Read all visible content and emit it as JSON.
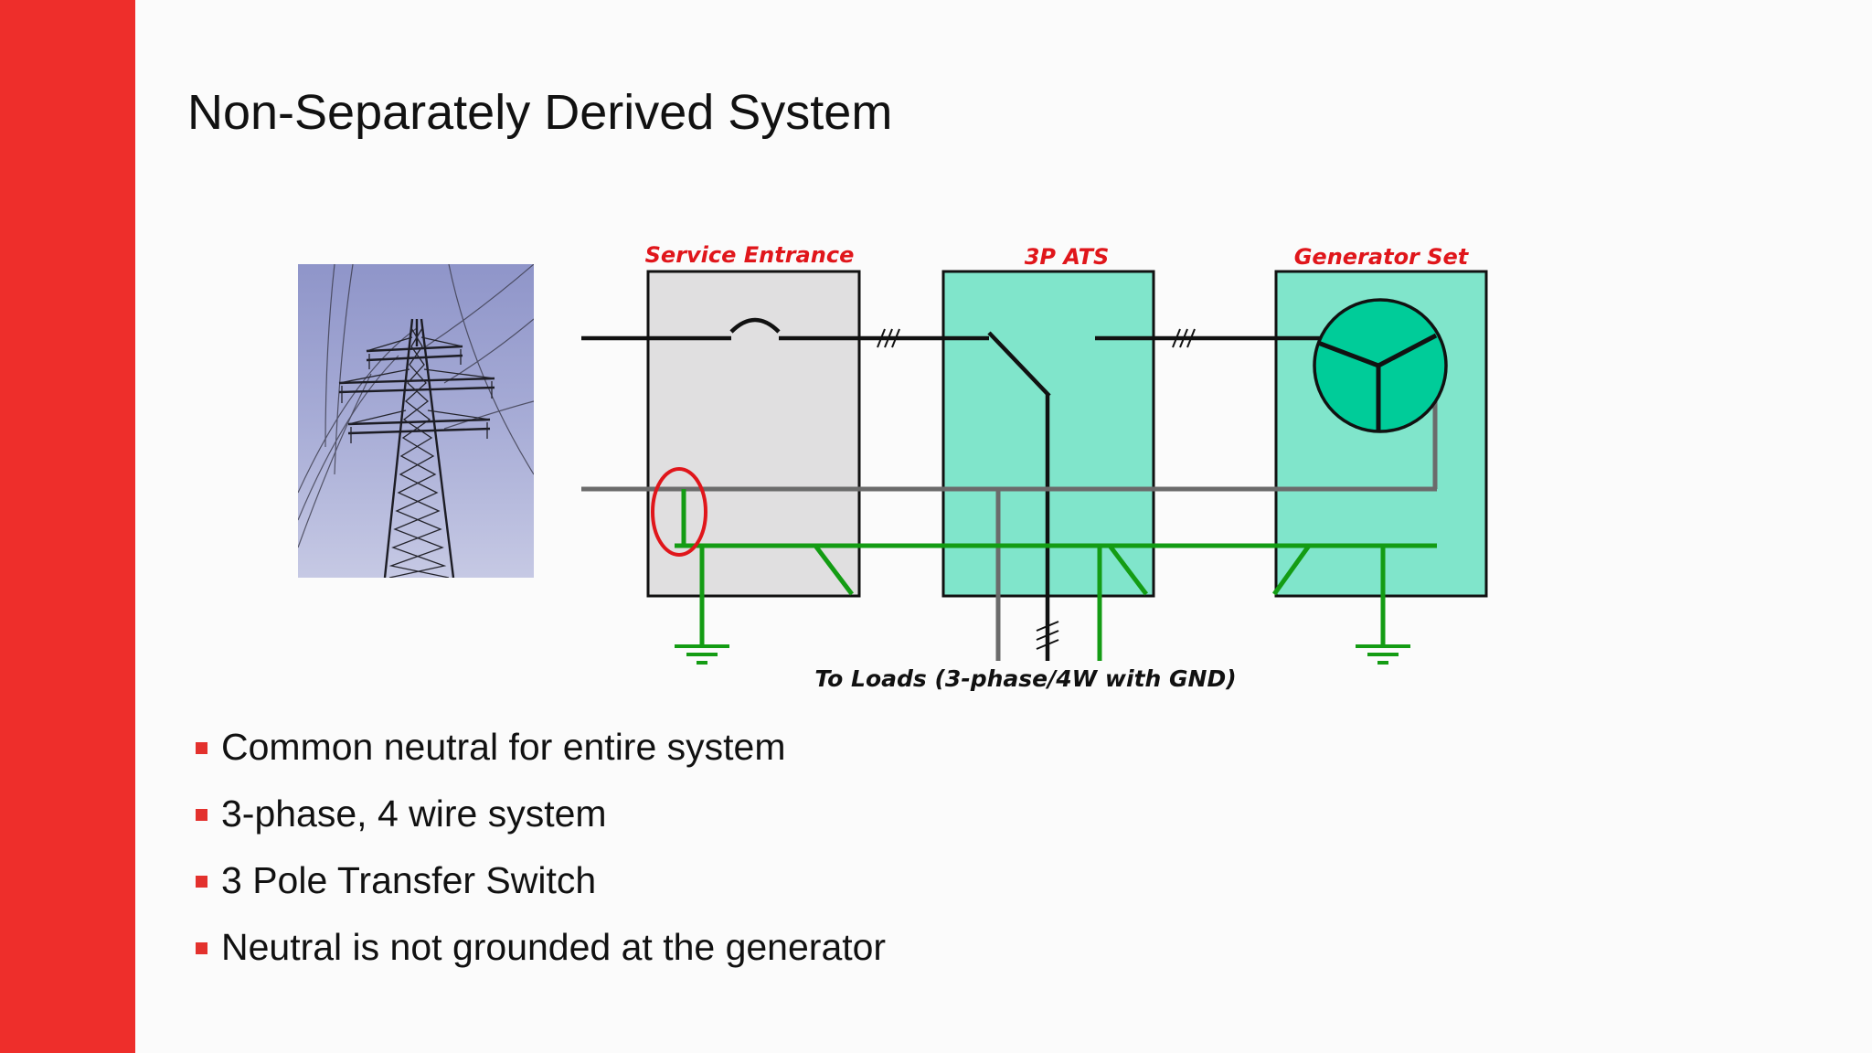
{
  "slide": {
    "title": "Non-Separately Derived System",
    "accent_color": "#ee2e2b"
  },
  "diagram": {
    "labels": {
      "service_entrance": "Service Entrance",
      "ats": "3P ATS",
      "generator": "Generator Set",
      "loads": "To Loads (3-phase/4W with GND)"
    },
    "colors": {
      "service_panel": "#e0dfe0",
      "ats_panel": "#80e5cb",
      "generator_panel": "#80e5cb",
      "generator_body": "#00cc99",
      "phase_wire": "#111111",
      "neutral_wire": "#6b6b6b",
      "ground_wire": "#149c14",
      "bond_highlight": "#e0161b"
    },
    "photo_icon": "transmission-tower-photo"
  },
  "bullets": [
    "Common neutral for entire system",
    "3-phase, 4 wire system",
    "3 Pole Transfer Switch",
    "Neutral is not grounded at the generator"
  ]
}
